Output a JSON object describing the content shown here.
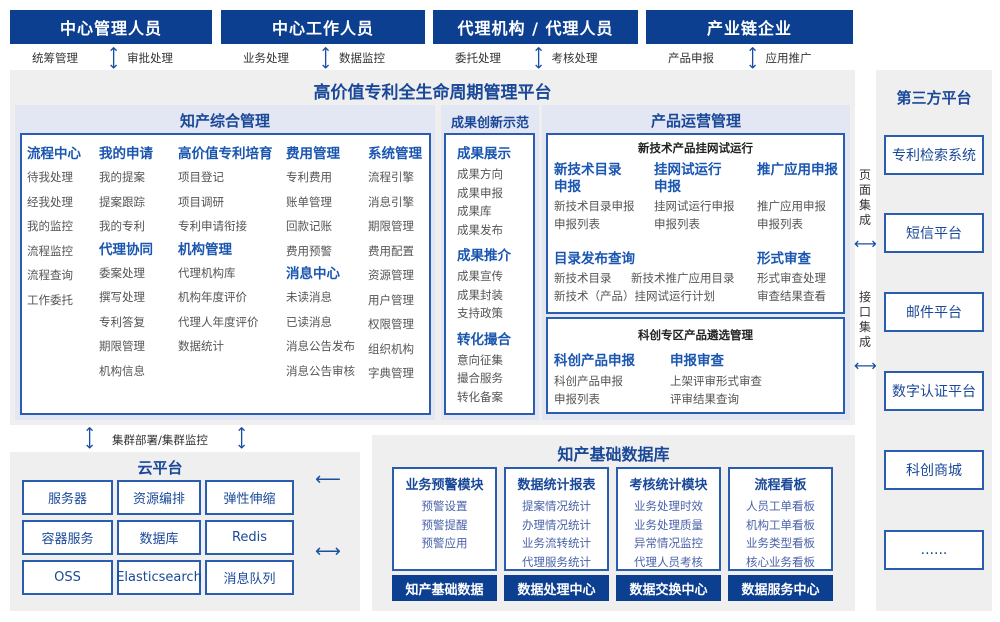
{
  "top": [
    {
      "label": "中心管理人员",
      "left": "统筹管理",
      "right": "审批处理"
    },
    {
      "label": "中心工作人员",
      "left": "业务处理",
      "right": "数据监控"
    },
    {
      "label": "代理机构 / 代理人员",
      "left": "委托处理",
      "right": "考核处理"
    },
    {
      "label": "产业链企业",
      "left": "产品申报",
      "right": "应用推广"
    }
  ],
  "platform_title": "高价值专利全生命周期管理平台",
  "ipm": {
    "title": "知产综合管理",
    "cols": [
      {
        "groups": [
          {
            "h": "流程中心",
            "items": [
              "待我处理",
              "经我处理",
              "我的监控",
              "流程监控",
              "流程查询",
              "工作委托"
            ]
          }
        ]
      },
      {
        "groups": [
          {
            "h": "我的申请",
            "items": [
              "我的提案",
              "提案跟踪",
              "我的专利"
            ]
          },
          {
            "h": "代理协同",
            "items": [
              "委案处理",
              "撰写处理",
              "专利答复",
              "期限管理",
              "机构信息"
            ]
          }
        ]
      },
      {
        "groups": [
          {
            "h": "高价值专利培育",
            "items": [
              "项目登记",
              "项目调研",
              "专利申请衔接"
            ]
          },
          {
            "h": "机构管理",
            "items": [
              "代理机构库",
              "机构年度评价",
              "代理人年度评价",
              "数据统计"
            ]
          }
        ]
      },
      {
        "groups": [
          {
            "h": "费用管理",
            "items": [
              "专利费用",
              "账单管理",
              "回款记账",
              "费用预警"
            ]
          },
          {
            "h": "消息中心",
            "items": [
              "未读消息",
              "已读消息",
              "消息公告发布",
              "消息公告审核"
            ]
          }
        ]
      },
      {
        "groups": [
          {
            "h": "系统管理",
            "items": [
              "流程引擎",
              "消息引擎",
              "期限管理",
              "费用配置",
              "资源管理",
              "用户管理",
              "权限管理",
              "组织机构",
              "字典管理"
            ]
          }
        ]
      }
    ]
  },
  "achv": {
    "title": "成果创新示范",
    "groups": [
      {
        "h": "成果展示",
        "items": [
          "成果方向",
          "成果申报",
          "成果库",
          "成果发布"
        ]
      },
      {
        "h": "成果推介",
        "items": [
          "成果宣传",
          "成果封装",
          "支持政策"
        ]
      },
      {
        "h": "转化撮合",
        "items": [
          "意向征集",
          "撮合服务",
          "转化备案"
        ]
      }
    ]
  },
  "prod": {
    "title": "产品运营管理",
    "box1": {
      "title": "新技术产品挂网试运行",
      "g1": {
        "h": "新技术目录申报",
        "items": [
          "新技术目录申报",
          "申报列表"
        ]
      },
      "g2": {
        "h": "挂网试运行申报",
        "items": [
          "挂网试运行申报",
          "申报列表"
        ]
      },
      "g3": {
        "h": "推广应用申报",
        "items": [
          "推广应用申报",
          "申报列表"
        ]
      },
      "g4": {
        "h": "目录发布查询",
        "items": [
          "新技术目录",
          "新技术推广应用目录",
          "新技术（产品）挂网试运行计划"
        ]
      },
      "g5": {
        "h": "形式审查",
        "items": [
          "形式审查处理",
          "审查结果查看"
        ]
      }
    },
    "box2": {
      "title": "科创专区产品遴选管理",
      "g1": {
        "h": "科创产品申报",
        "items": [
          "科创产品申报",
          "申报列表"
        ]
      },
      "g2": {
        "h": "申报审查",
        "items": [
          "上架评审形式审查",
          "评审结果查询"
        ]
      }
    }
  },
  "third": {
    "title": "第三方平台",
    "items": [
      "专利检索系统",
      "短信平台",
      "邮件平台",
      "数字认证平台",
      "科创商城",
      "......"
    ],
    "page_int": "页面集成",
    "api_int": "接口集成"
  },
  "cloud": {
    "title": "云平台",
    "link": "集群部署/集群监控",
    "cells": [
      "服务器",
      "资源编排",
      "弹性伸缩",
      "容器服务",
      "数据库",
      "Redis",
      "OSS",
      "Elasticsearch",
      "消息队列"
    ]
  },
  "db": {
    "title": "知产基础数据库",
    "modules": [
      {
        "h": "业务预警模块",
        "items": [
          "预警设置",
          "预警提醒",
          "预警应用"
        ],
        "bar": "知产基础数据"
      },
      {
        "h": "数据统计报表",
        "items": [
          "提案情况统计",
          "办理情况统计",
          "业务流转统计",
          "代理服务统计"
        ],
        "bar": "数据处理中心"
      },
      {
        "h": "考核统计模块",
        "items": [
          "业务处理时效",
          "业务处理质量",
          "异常情况监控",
          "代理人员考核"
        ],
        "bar": "数据交换中心"
      },
      {
        "h": "流程看板",
        "items": [
          "人员工单看板",
          "机构工单看板",
          "业务类型看板",
          "核心业务看板"
        ],
        "bar": "数据服务中心"
      }
    ]
  }
}
